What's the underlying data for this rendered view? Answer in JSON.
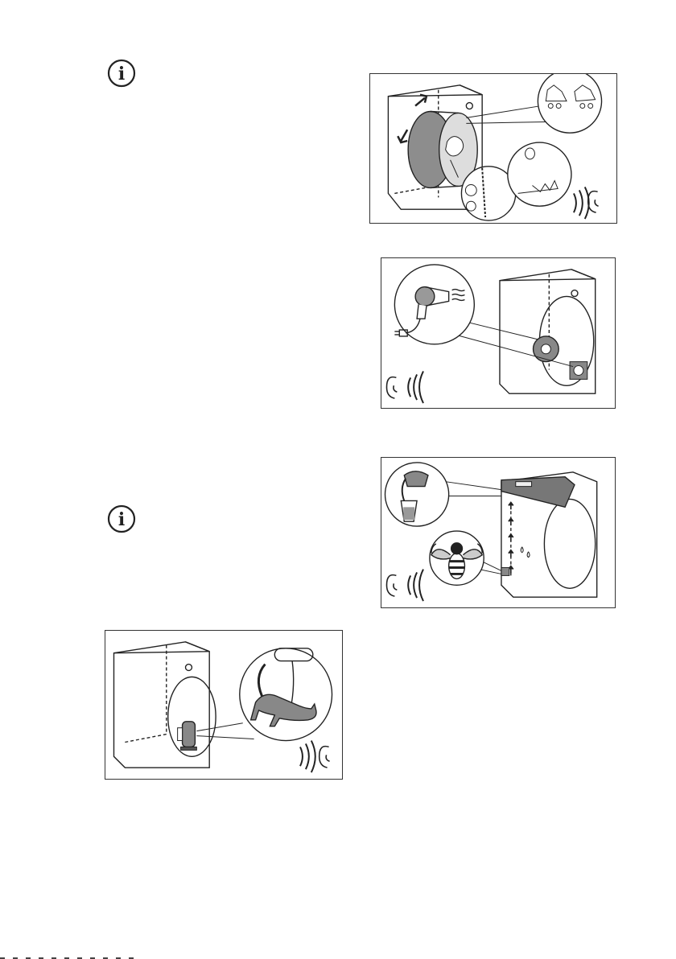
{
  "page": {
    "background": "#ffffff",
    "line_color": "#222222",
    "shade_color": "#9a9a9a"
  },
  "icons": [
    {
      "name": "info-icon",
      "glyph": "i"
    },
    {
      "name": "info-icon",
      "glyph": "i"
    }
  ],
  "figures": [
    {
      "name": "drum-noise-figure",
      "icons": [
        "tumble-dryer-icon",
        "rotating-drum-icon",
        "roller-skates-icon",
        "zipper-icon",
        "button-icon",
        "coin-icon",
        "ear-sound-icon"
      ]
    },
    {
      "name": "fan-noise-figure",
      "icons": [
        "hair-dryer-icon",
        "plug-icon",
        "fan-wheel-icon",
        "ear-sound-icon"
      ]
    },
    {
      "name": "pump-noise-figure",
      "icons": [
        "water-jug-icon",
        "glass-icon",
        "water-container-icon",
        "bee-icon",
        "ear-sound-icon"
      ]
    },
    {
      "name": "compressor-noise-figure",
      "icons": [
        "speech-bubble-icon",
        "cat-icon",
        "compressor-icon",
        "ear-sound-icon"
      ]
    }
  ]
}
